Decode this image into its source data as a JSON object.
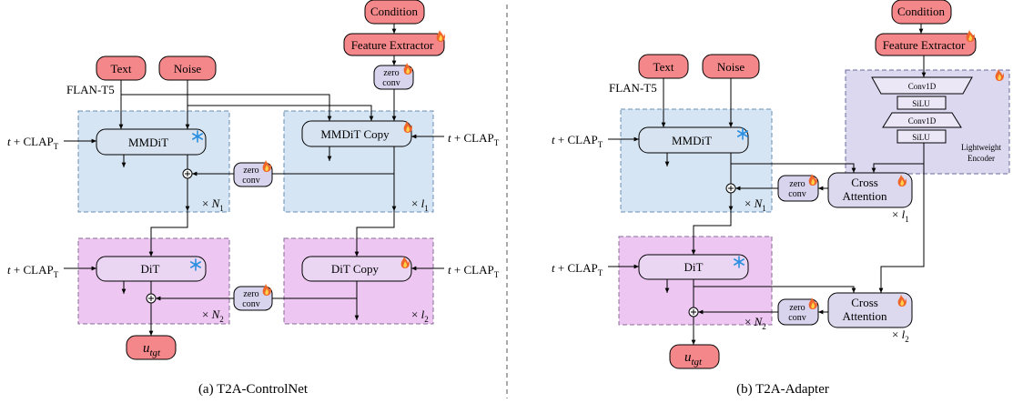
{
  "left": {
    "caption": "(a) T2A-ControlNet",
    "condition": "Condition",
    "feature_extractor": "Feature Extractor",
    "text": "Text",
    "noise": "Noise",
    "flan": "FLAN-T5",
    "zero_top": "zero",
    "zero_bottom": "conv",
    "mmdit": "MMDiT",
    "mmdit_copy": "MMDiT Copy",
    "dit": "DiT",
    "dit_copy": "DiT Copy",
    "t_clap": "t + CLAP",
    "clap_sub": "T",
    "n1": "× N",
    "n1_sub": "1",
    "n2": "× N",
    "n2_sub": "2",
    "l1": "× l",
    "l1_sub": "1",
    "l2": "× l",
    "l2_sub": "2",
    "u_tgt": "u",
    "u_sub": "tgt"
  },
  "right": {
    "caption": "(b) T2A-Adapter",
    "condition": "Condition",
    "feature_extractor": "Feature Extractor",
    "text": "Text",
    "noise": "Noise",
    "flan": "FLAN-T5",
    "zero_top": "zero",
    "zero_bottom": "conv",
    "mmdit": "MMDiT",
    "dit": "DiT",
    "conv1d": "Conv1D",
    "silu": "SiLU",
    "encoder_line1": "Lightweight",
    "encoder_line2": "Encoder",
    "cross1": "Cross",
    "cross2": "Attention",
    "t_clap": "t + CLAP",
    "clap_sub": "T",
    "n1": "× N",
    "n1_sub": "1",
    "n2": "× N",
    "n2_sub": "2",
    "l1": "× l",
    "l1_sub": "1",
    "l2": "× l",
    "l2_sub": "2",
    "u_tgt": "u",
    "u_sub": "tgt"
  },
  "colors": {
    "pink_box": "#f4878a",
    "zero_conv": "#d8d4ee",
    "blue_region": "#d6e5f3",
    "pink_region": "#edc6f2",
    "snowflake": "#2a8fe0",
    "fire": "#f0662a"
  },
  "icons": [
    "snowflake-icon",
    "fire-icon"
  ]
}
